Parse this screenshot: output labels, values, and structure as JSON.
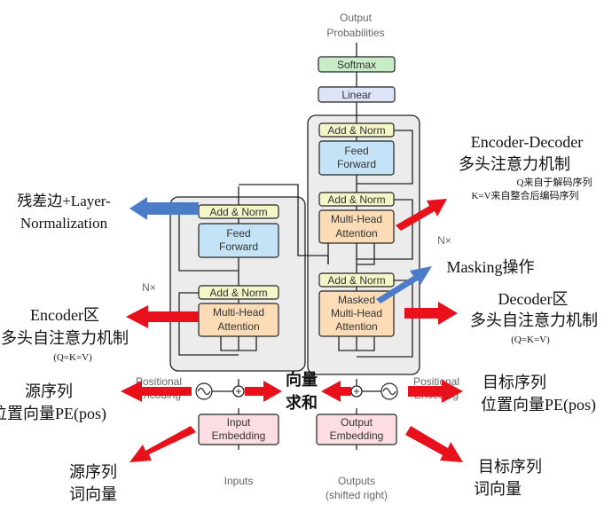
{
  "top": {
    "output_line1": "Output",
    "output_line2": "Probabilities",
    "softmax": "Softmax",
    "linear": "Linear"
  },
  "encoder": {
    "add_norm_top": "Add & Norm",
    "ff_line1": "Feed",
    "ff_line2": "Forward",
    "add_norm_bottom": "Add & Norm",
    "mha_line1": "Multi-Head",
    "mha_line2": "Attention",
    "nx": "N×",
    "pos_line1": "Positional",
    "pos_line2": "Encoding",
    "emb_line1": "Input",
    "emb_line2": "Embedding",
    "inputs": "Inputs"
  },
  "decoder": {
    "add_norm_top": "Add & Norm",
    "ff_line1": "Feed",
    "ff_line2": "Forward",
    "add_norm_mid": "Add & Norm",
    "mha_line1": "Multi-Head",
    "mha_line2": "Attention",
    "add_norm_bottom": "Add & Norm",
    "masked_line1": "Masked",
    "masked_line2": "Multi-Head",
    "masked_line3": "Attention",
    "nx": "N×",
    "pos_line1": "Positional",
    "pos_line2": "Encoding",
    "emb_line1": "Output",
    "emb_line2": "Embedding",
    "outputs_line1": "Outputs",
    "outputs_line2": "(shifted right)"
  },
  "annotations": {
    "residual_line1": "残差边+Layer-",
    "residual_line2": "Normalization",
    "enc_dec_title": "Encoder-Decoder",
    "enc_dec_sub": "多头注意力机制",
    "enc_dec_q": "Q来自于解码序列",
    "enc_dec_kv": "K=V来自整合后编码序列",
    "masking": "Masking操作",
    "encoder_title": "Encoder区",
    "encoder_sub": "多头自注意力机制",
    "encoder_qkv": "(Q=K=V)",
    "decoder_title": "Decoder区",
    "decoder_sub": "多头自注意力机制",
    "decoder_qkv": "(Q=K=V)",
    "src_pe_line1": "源序列",
    "src_pe_line2": "位置向量PE(pos)",
    "vec_sum_line1": "向量",
    "vec_sum_line2": "求和",
    "tgt_pe_line1": "目标序列",
    "tgt_pe_line2": "位置向量PE(pos)",
    "src_wv_line1": "源序列",
    "src_wv_line2": "词向量",
    "tgt_wv_line1": "目标序列",
    "tgt_wv_line2": "词向量"
  },
  "colors": {
    "add_norm": "#f4f6c8",
    "feed_forward": "#c5e3f6",
    "attention": "#fbdcb7",
    "softmax": "#c8ecc8",
    "linear": "#dde4f7",
    "embedding": "#fbdde2",
    "block_bg": "#ececec",
    "red_arrow": "#e8101a",
    "blue_arrow": "#4a7cc8"
  }
}
